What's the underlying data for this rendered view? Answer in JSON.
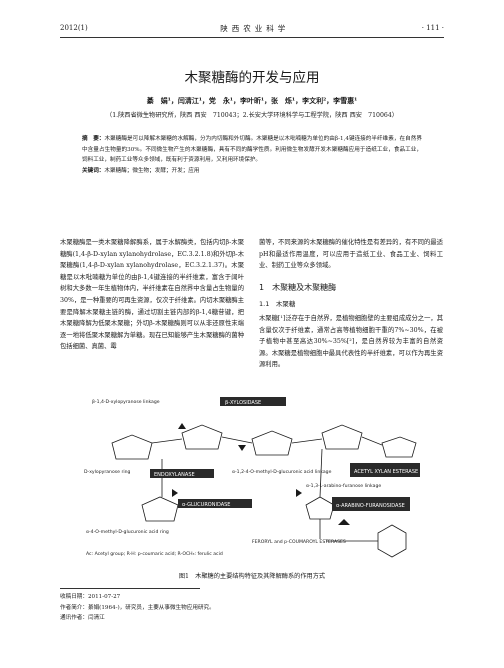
{
  "header": {
    "year_issue": "2012(1)",
    "journal": "陕西农业科学",
    "page": "· 111 ·"
  },
  "title": "木聚糖酶的开发与应用",
  "authors": "綦　娟¹，闫清江¹，党　永¹，李叶昕¹，张　烁¹，李文利²，李雪惠¹",
  "affiliation": "（1.陕西省微生物研究所，陕西 西安　710043；2.长安大学环境科学与工程学院，陕西 西安　710064）",
  "abstract": {
    "label": "摘　要：",
    "text": "木聚糖酶是可以降解木聚糖的水解酶，分为内切酶和外切酶。木聚糖是以木吡喃糖为单位的由β-1,4键连接的半纤维素，在自然界中含量占生物量的30%。不同微生物产生的木聚糖酶，具有不同的酶学性质。利用微生物发酵开发木聚糖酶应用于造纸工业，食品工业，饲料工业，制药工业等众多领域，既有利于资源利用，又利用环境保护。",
    "kw_label": "关键词：",
    "keywords": "木聚糖酶；微生物；发酵；开发；应用"
  },
  "left_col": "木聚糖酶是一类木聚糖降解酶系，属于水解酶类，包括内切β-木聚糖酶(1,4-β-D-xylan xylanohydrolase，EC.3.2.1.8)和外切β-木聚糖酶(1,4-β-D-xylan xylanohydrolase，EC.3.2.1.37)。木聚糖是以木吡喃糖为单位的由β-1,4键连接的半纤维素，富含于阔叶树和大多数一年生植物体内，半纤维素在自然界中含量占生物量的30%，是一种重要的可再生资源，仅次于纤维素。内切木聚糖酶主要是降解木聚糖主链的酶，通过切割主链内部的β-1,4糖苷键，把木聚糖降解为低聚木聚糖；外切β-木聚糖酶则可以从非还原性末端逐一地将低聚木聚糖解为单糖。现在已知能够产生木聚糖酶的菌种包括细菌、真菌、霉",
  "right_col": {
    "para1": "菌等，不同来源的木聚糖酶的催化特性是有差异的，有不同的最适pH和最适作用温度，可以应用于造纸工业、食品工业、饲料工业、制药工业等众多领域。",
    "section": "1　木聚糖及木聚糖酶",
    "subsection": "1.1　木聚糖",
    "para2": "木聚糖[¹]泛存在于自然界，是植物细胞壁的主要组成成分之一，其含量仅次于纤维素，通常占高等植物细胞干重的7%~30%，在被子植物中甚至高达30%~35%[²]，是自然界较为丰富的自然资源。木聚糖是植物细胞中最具代表性的半纤维素，可以作为再生资源利用。"
  },
  "figure": {
    "labels": {
      "beta_linkage": "β-1,4-D-xylopyranose linkage",
      "xylosidase": "β-XYLOSIDASE",
      "xylopyranose_ring": "D-xylopyranose ring",
      "endoxylanase": "ENDOXYLANASE",
      "methyl_glucuronic": "α-1,2-4-O-methyl-D-glucuronic acid linkage",
      "acetyl_esterase": "ACETYL XYLAN ESTERASE",
      "arabinofuranose_linkage": "α-1,3-L-arabino-furanose linkage",
      "glucuronidase": "α-GLUCURONIDASE",
      "arabinofuranosidase": "α-ARABINO-FURANOSIDASE",
      "methyl_glucuronic_group": "α-4-O-methyl-D-glucuronic acid ring",
      "feruloyl": "FERORYL and p-COUMAROYL ESTERASES",
      "acetyl_group": "Ac: Acetyl group; R-H: p-coumaric acid; R-OCH₃: ferulic acid"
    }
  },
  "caption": "图1　木聚糖的主要结构特征及其降解酶系的作用方式",
  "footnote": {
    "received": "收稿日期：2011-07-27",
    "author": "作者简介：綦娟(1964-)，研究员，主要从事微生物应用研究。",
    "corresponding": "通讯作者：闫清江"
  }
}
